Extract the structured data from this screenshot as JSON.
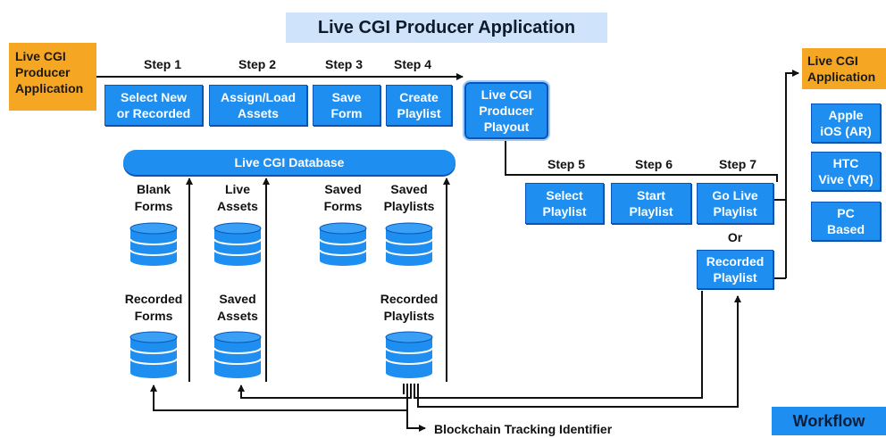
{
  "title": "Live CGI Producer Application",
  "source_box": [
    "Live CGI",
    "Producer",
    "Application"
  ],
  "target_box": [
    "Live CGI",
    "Application"
  ],
  "steps": {
    "s1": "Step 1",
    "s2": "Step 2",
    "s3": "Step 3",
    "s4": "Step 4",
    "s5": "Step 5",
    "s6": "Step 6",
    "s7": "Step 7"
  },
  "boxes": {
    "select_new": [
      "Select New",
      "or Recorded"
    ],
    "assign_load": [
      "Assign/Load",
      "Assets"
    ],
    "save_form": [
      "Save",
      "Form"
    ],
    "create_playlist": [
      "Create",
      "Playlist"
    ],
    "playout": [
      "Live CGI",
      "Producer",
      "Playout"
    ],
    "select_playlist": [
      "Select",
      "Playlist"
    ],
    "start_playlist": [
      "Start",
      "Playlist"
    ],
    "go_live": [
      "Go Live",
      "Playlist"
    ],
    "recorded_playlist": [
      "Recorded",
      "Playlist"
    ]
  },
  "or_label": "Or",
  "platforms": [
    [
      "Apple",
      "iOS (AR)"
    ],
    [
      "HTC",
      "Vive (VR)"
    ],
    [
      "PC",
      "Based"
    ]
  ],
  "database": "Live CGI Database",
  "db_items": {
    "blank_forms": [
      "Blank",
      "Forms"
    ],
    "live_assets": [
      "Live",
      "Assets"
    ],
    "saved_forms": [
      "Saved",
      "Forms"
    ],
    "saved_playlists": [
      "Saved",
      "Playlists"
    ],
    "recorded_forms": [
      "Recorded",
      "Forms"
    ],
    "saved_assets": [
      "Saved",
      "Assets"
    ],
    "recorded_playlists": [
      "Recorded",
      "Playlists"
    ]
  },
  "blockchain": "Blockchain Tracking Identifier",
  "workflow": "Workflow",
  "colors": {
    "blue": "#1f8ef1",
    "orange": "#f5a623",
    "title_bg": "#cfe3fa"
  }
}
